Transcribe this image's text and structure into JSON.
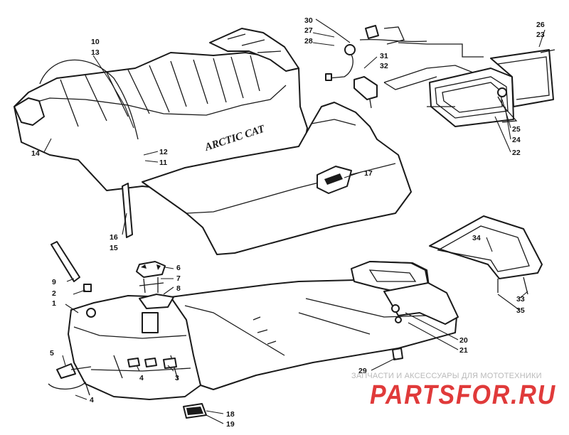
{
  "diagram": {
    "brand_decal": "ARCTIC CAT",
    "callouts": [
      {
        "id": "c1",
        "label": "1"
      },
      {
        "id": "c2",
        "label": "2"
      },
      {
        "id": "c3",
        "label": "3"
      },
      {
        "id": "c4a",
        "label": "4"
      },
      {
        "id": "c4b",
        "label": "4"
      },
      {
        "id": "c5",
        "label": "5"
      },
      {
        "id": "c6",
        "label": "6"
      },
      {
        "id": "c7",
        "label": "7"
      },
      {
        "id": "c8",
        "label": "8"
      },
      {
        "id": "c9",
        "label": "9"
      },
      {
        "id": "c10",
        "label": "10"
      },
      {
        "id": "c11",
        "label": "11"
      },
      {
        "id": "c12",
        "label": "12"
      },
      {
        "id": "c13",
        "label": "13"
      },
      {
        "id": "c14",
        "label": "14"
      },
      {
        "id": "c15",
        "label": "15"
      },
      {
        "id": "c16",
        "label": "16"
      },
      {
        "id": "c17",
        "label": "17"
      },
      {
        "id": "c18",
        "label": "18"
      },
      {
        "id": "c19",
        "label": "19"
      },
      {
        "id": "c20",
        "label": "20"
      },
      {
        "id": "c21",
        "label": "21"
      },
      {
        "id": "c22",
        "label": "22"
      },
      {
        "id": "c23",
        "label": "23"
      },
      {
        "id": "c24",
        "label": "24"
      },
      {
        "id": "c25",
        "label": "25"
      },
      {
        "id": "c26",
        "label": "26"
      },
      {
        "id": "c27",
        "label": "27"
      },
      {
        "id": "c28",
        "label": "28"
      },
      {
        "id": "c29",
        "label": "29"
      },
      {
        "id": "c30",
        "label": "30"
      },
      {
        "id": "c31",
        "label": "31"
      },
      {
        "id": "c32",
        "label": "32"
      },
      {
        "id": "c33",
        "label": "33"
      },
      {
        "id": "c34",
        "label": "34"
      },
      {
        "id": "c35",
        "label": "35"
      }
    ]
  },
  "watermark": {
    "tagline": "ЗАПЧАСТИ И АКСЕССУАРЫ ДЛЯ МОТОТЕХНИКИ",
    "logo": "PARTSFOR.RU",
    "color": "#e03a3a"
  }
}
